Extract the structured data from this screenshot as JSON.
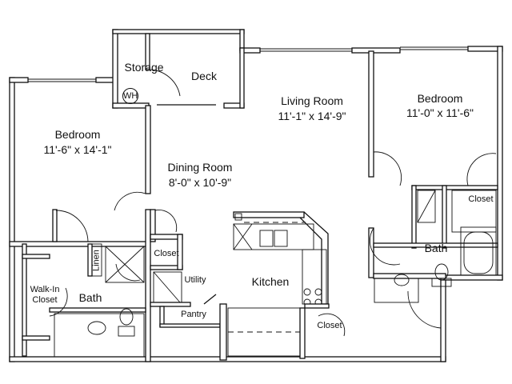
{
  "floor_plan": {
    "rooms": {
      "storage": {
        "name": "Storage",
        "fixture": "WH"
      },
      "deck": {
        "name": "Deck"
      },
      "living_room": {
        "name": "Living Room",
        "size": "11'-1\" x 14'-9\""
      },
      "bedroom_left": {
        "name": "Bedroom",
        "size": "11'-6\" x 14'-1\""
      },
      "bedroom_right": {
        "name": "Bedroom",
        "size": "11'-0\" x 11'-6\""
      },
      "dining_room": {
        "name": "Dining Room",
        "size": "8'-0\" x 10'-9\""
      },
      "closet_right": {
        "name": "Closet"
      },
      "bath_right": {
        "name": "Bath"
      },
      "linen": {
        "name": "Linen"
      },
      "closet_center": {
        "name": "Closet"
      },
      "utility": {
        "name": "Utility"
      },
      "kitchen": {
        "name": "Kitchen"
      },
      "walk_in_closet": {
        "name": "Walk-In Closet"
      },
      "bath_left": {
        "name": "Bath"
      },
      "pantry": {
        "name": "Pantry"
      },
      "closet_entry": {
        "name": "Closet"
      }
    },
    "colors": {
      "line": "#111111",
      "background": "#ffffff"
    }
  }
}
